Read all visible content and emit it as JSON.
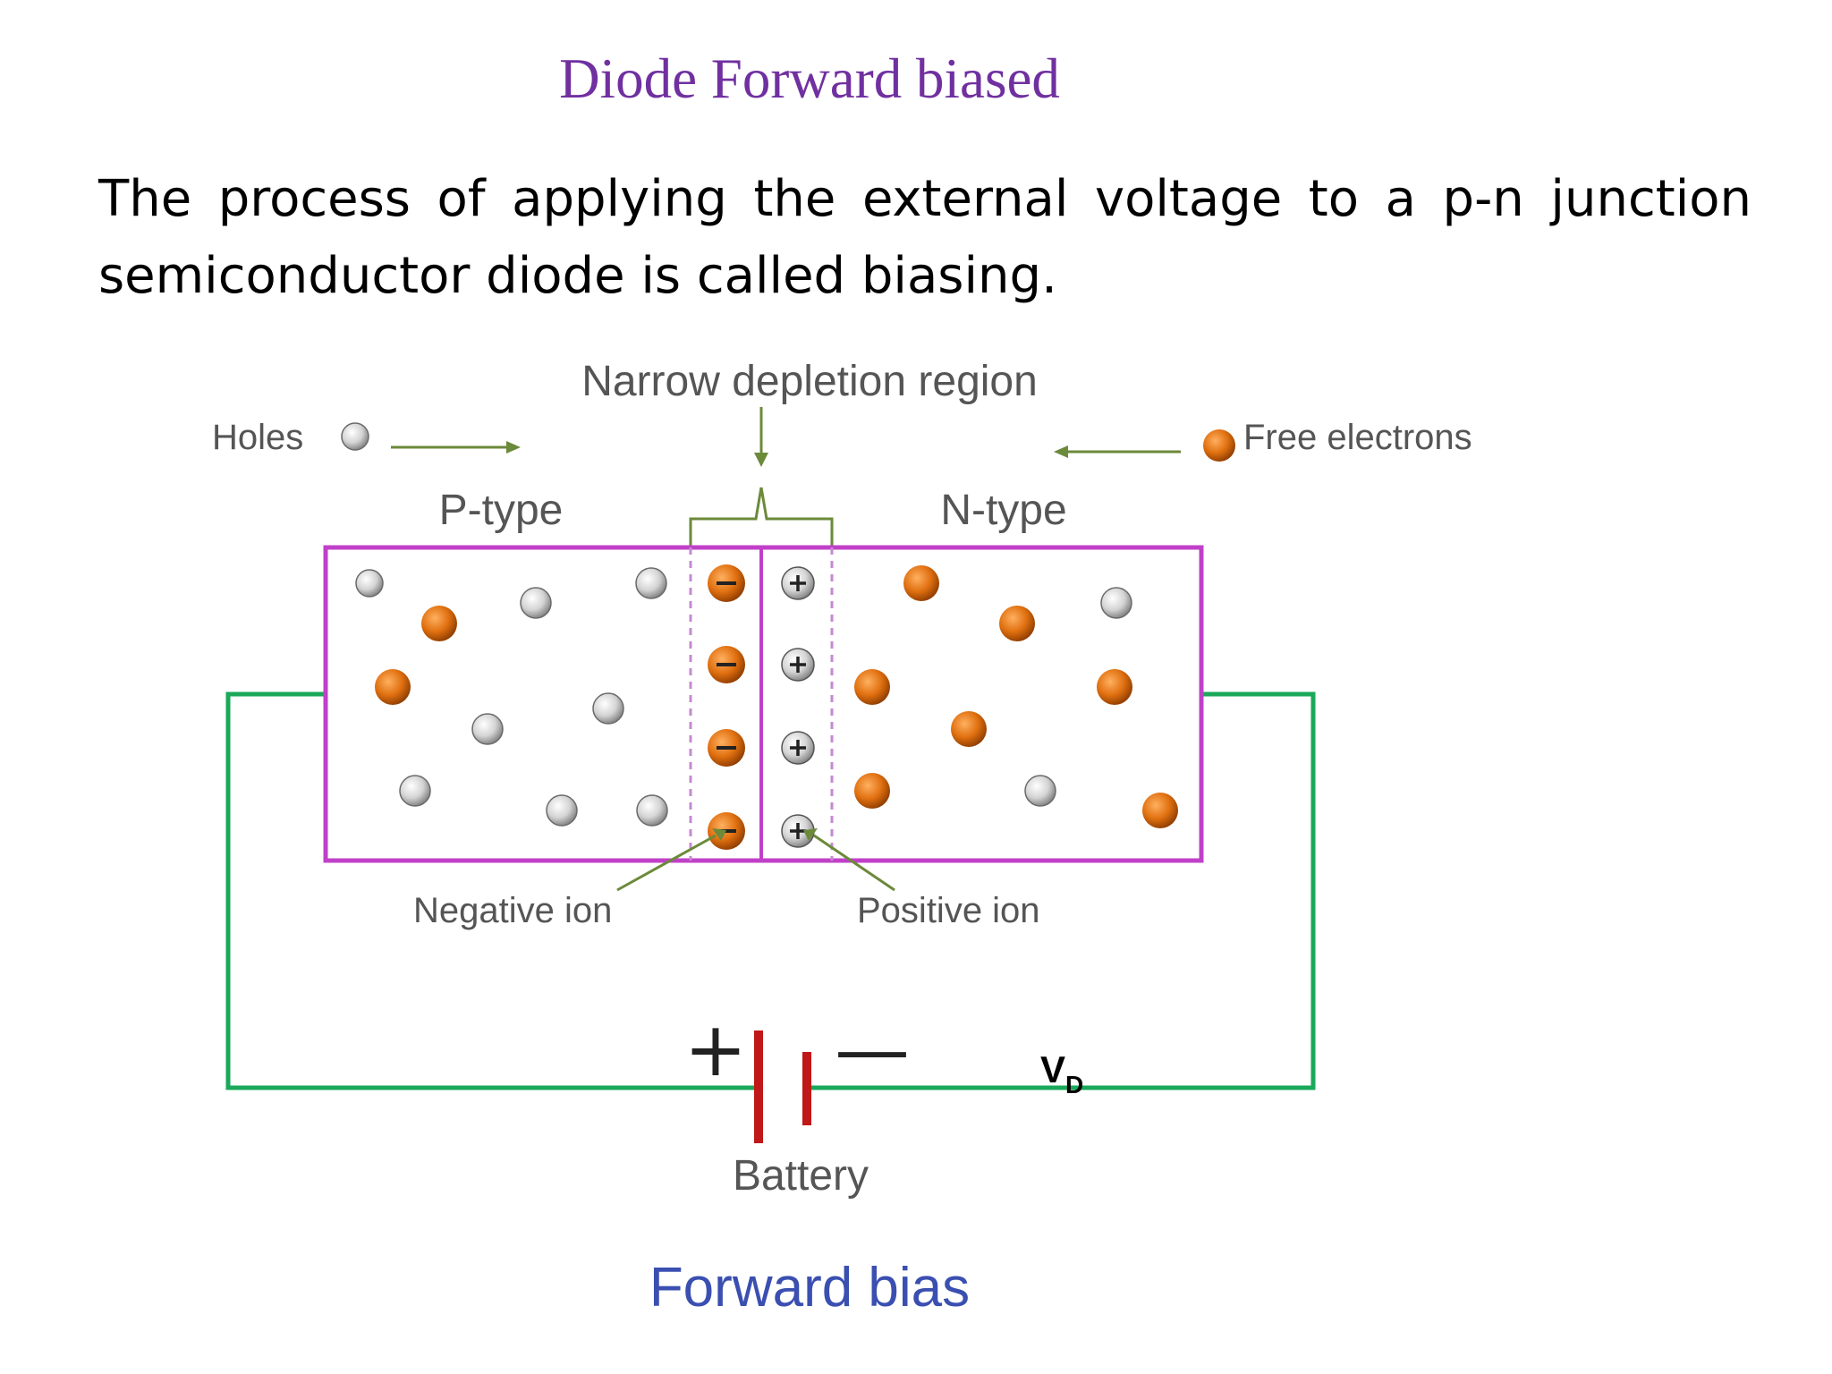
{
  "slide": {
    "title": "Diode Forward biased",
    "body": "The process of applying the external voltage to a p-n junction semiconductor diode is called biasing."
  },
  "diagram": {
    "top_label": "Narrow depletion region",
    "holes_label": "Holes",
    "free_electrons_label": "Free electrons",
    "p_type_label": "P-type",
    "n_type_label": "N-type",
    "negative_ion_label": "Negative ion",
    "positive_ion_label": "Positive ion",
    "battery_label": "Battery",
    "battery_plus": "+",
    "battery_minus": "—",
    "voltage_symbol": "V",
    "voltage_subscript": "D",
    "caption": "Forward bias",
    "colors": {
      "title": "#7030a0",
      "junction_box": "#c040c8",
      "wire": "#1aa85a",
      "battery_plate": "#c01818",
      "electron": "#e07010",
      "hole": "#d8d8d8",
      "arrow": "#6b8a3a",
      "caption": "#3a4fb0"
    }
  }
}
